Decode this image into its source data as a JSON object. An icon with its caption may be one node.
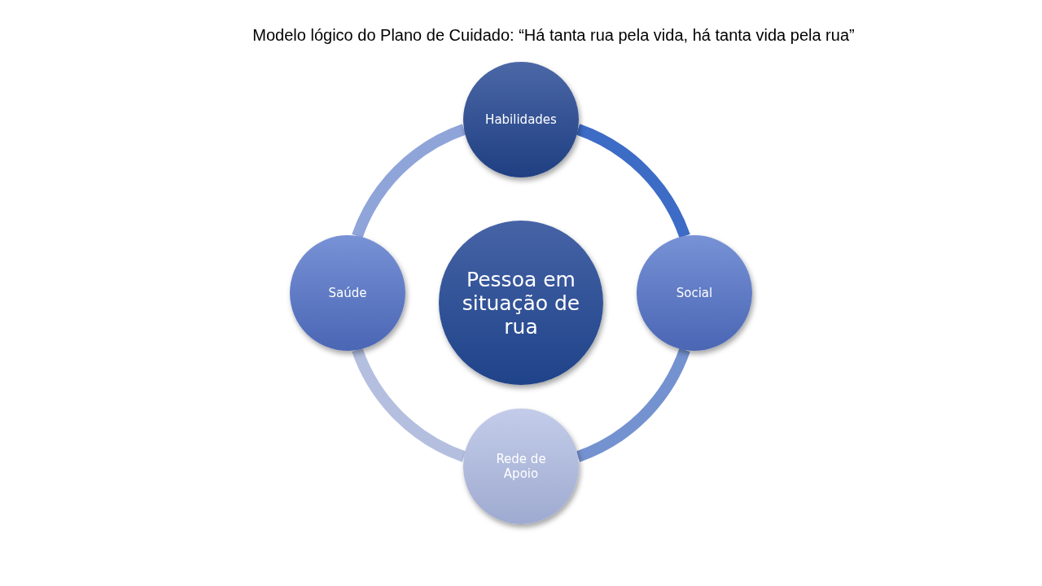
{
  "diagram": {
    "title": "Modelo lógico do Plano de Cuidado: “Há tanta rua pela vida, há tanta vida pela rua”",
    "nodes": [
      {
        "text": [
          "Habilidades"
        ]
      },
      {
        "text": [
          "Saúde"
        ]
      },
      {
        "text": [
          "Pessoa em situação de rua"
        ]
      },
      {
        "text": [
          "Social"
        ]
      },
      {
        "text": [
          "Rede de Apoio"
        ]
      }
    ],
    "edges": [
      {
        "from": 0,
        "to": 3,
        "arrow": "none",
        "color": "#3d6cc6"
      },
      {
        "from": 3,
        "to": 4,
        "arrow": "none",
        "color": "#7592d0"
      },
      {
        "from": 4,
        "to": 1,
        "arrow": "none",
        "color": "#b4bfe0"
      },
      {
        "from": 1,
        "to": 0,
        "arrow": "none",
        "color": "#8fa4d9"
      }
    ]
  }
}
